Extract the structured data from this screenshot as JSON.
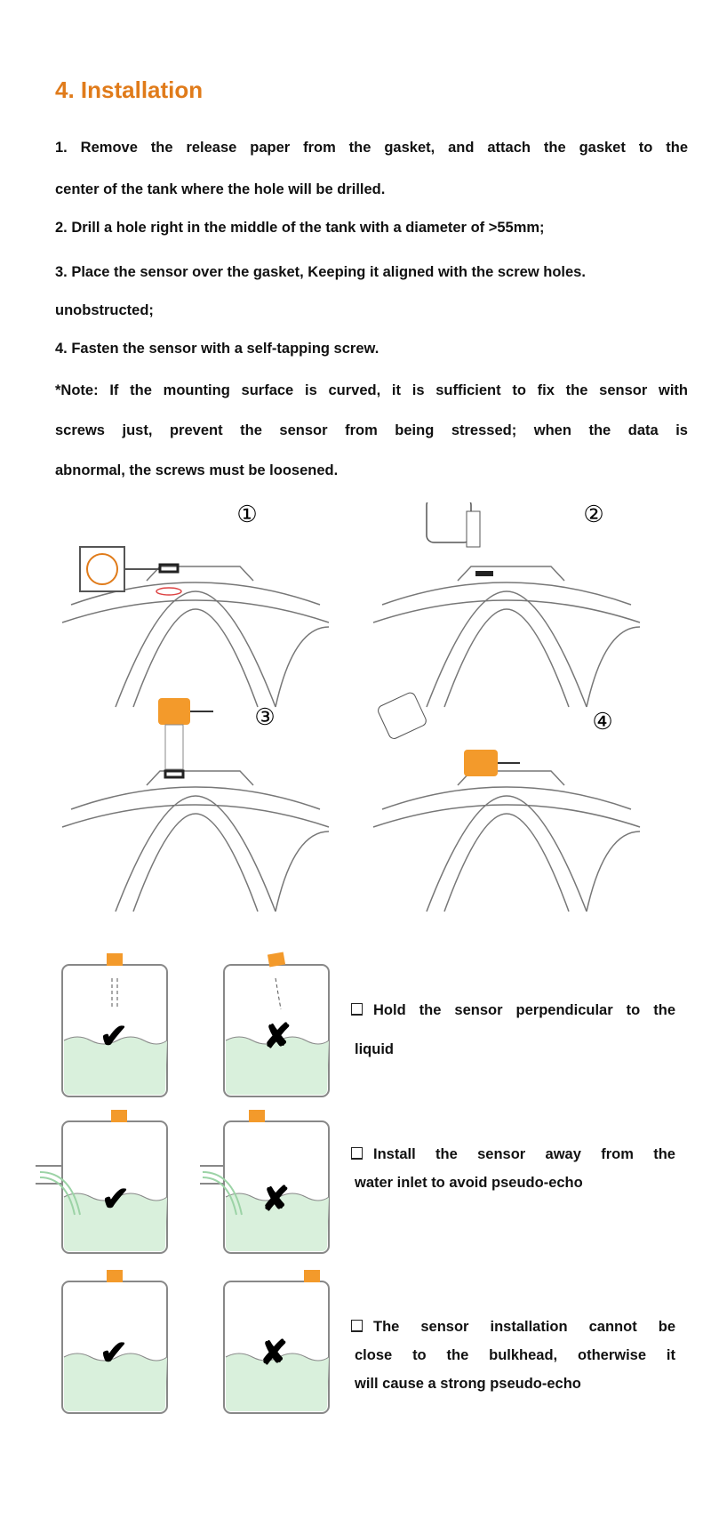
{
  "section_title": "4. Installation",
  "steps": {
    "s1a": "1.  Remove  the  release  paper  from  the  gasket,  and  attach  the  gasket  to  the",
    "s1b": "center of the tank where the hole will be drilled.",
    "s2": "2. Drill a hole right in the middle of the tank with a diameter of >55mm;",
    "s3": "3.  Place the sensor over the gasket,  Keeping it aligned with the screw holes.",
    "s3b": "unobstructed;",
    "s4": "4.  Fasten the sensor with a self-tapping screw.",
    "n1": "*Note:  If the mounting surface is curved, it is sufficient to fix the sensor with",
    "n2": "screws  just,   prevent  the  sensor   from  being  stressed;  when  the  data  is",
    "n3": "abnormal, the  screws must be loosened."
  },
  "diagram_labels": [
    "①",
    "②",
    "③",
    "④"
  ],
  "tips": [
    {
      "l1": "Hold the sensor perpendicular to the",
      "l2": "liquid"
    },
    {
      "l1": "Install  the  sensor  away  from  the",
      "l2": "water inlet to avoid pseudo-echo"
    },
    {
      "l1": "The  sensor  installation  cannot  be",
      "l2": "close  to  the  bulkhead,  otherwise   it",
      "l3": "will cause a strong pseudo-echo"
    }
  ],
  "marks": {
    "ok": "✔",
    "bad": "✘"
  },
  "colors": {
    "accent": "#e07b1a",
    "sensor": "#f39a2b",
    "liquid": "#d9f0dc"
  }
}
